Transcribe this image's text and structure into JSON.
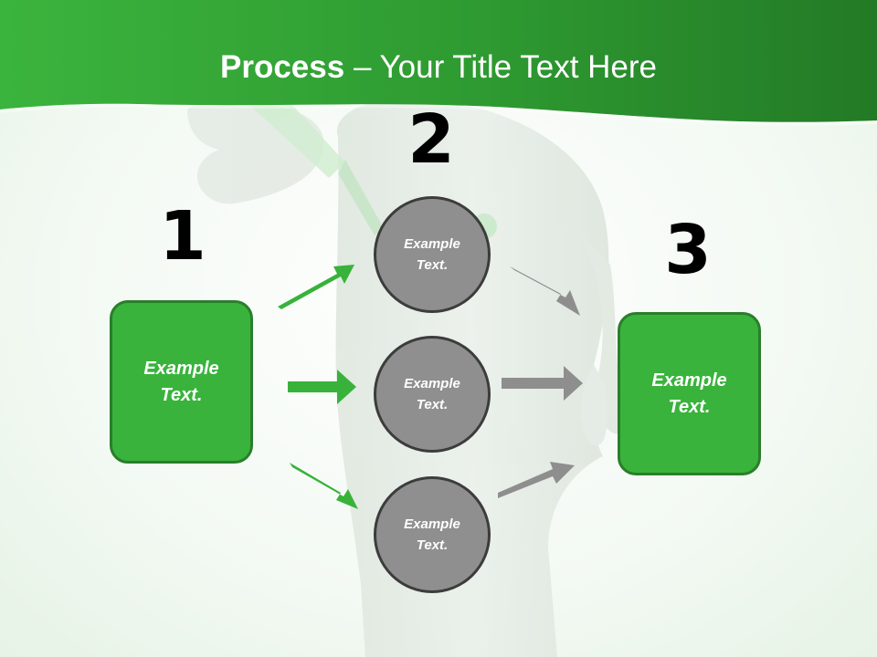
{
  "slide": {
    "title_strong": "Process",
    "title_rest": " – Your Title Text Here"
  },
  "steps": {
    "num1": "1",
    "num2": "2",
    "num3": "3"
  },
  "boxes": {
    "left": "Example Text.",
    "right": "Example Text."
  },
  "circles": {
    "top": "Example Text.",
    "middle": "Example Text.",
    "bottom": "Example Text."
  },
  "colors": {
    "header_green": "#2f9e33",
    "box_green": "#39b33c",
    "box_border": "#2a7e2b",
    "circle_gray": "#8f8f8f",
    "arrow_green": "#38b23a",
    "arrow_gray": "#8e8e8e"
  }
}
